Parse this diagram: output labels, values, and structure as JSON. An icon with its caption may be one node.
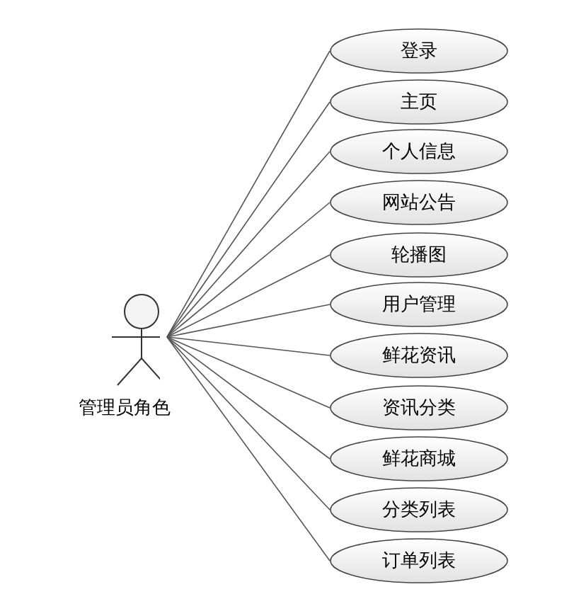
{
  "diagram": {
    "nodes": [
      {
        "text": [
          "管理员角色"
        ]
      },
      {
        "text": [
          "登录"
        ]
      },
      {
        "text": [
          "主页"
        ]
      },
      {
        "text": [
          "个人信息"
        ]
      },
      {
        "text": [
          "网站公告"
        ]
      },
      {
        "text": [
          "轮播图"
        ]
      },
      {
        "text": [
          "用户管理"
        ]
      },
      {
        "text": [
          "鲜花资讯"
        ]
      },
      {
        "text": [
          "资讯分类"
        ]
      },
      {
        "text": [
          "鲜花商城"
        ]
      },
      {
        "text": [
          "分类列表"
        ]
      },
      {
        "text": [
          "订单列表"
        ]
      }
    ],
    "edges": [
      {
        "from": 0,
        "to": 1,
        "arrow": "none"
      },
      {
        "from": 0,
        "to": 2,
        "arrow": "none"
      },
      {
        "from": 0,
        "to": 3,
        "arrow": "none"
      },
      {
        "from": 0,
        "to": 4,
        "arrow": "none"
      },
      {
        "from": 0,
        "to": 5,
        "arrow": "none"
      },
      {
        "from": 0,
        "to": 6,
        "arrow": "none"
      },
      {
        "from": 0,
        "to": 7,
        "arrow": "none"
      },
      {
        "from": 0,
        "to": 8,
        "arrow": "none"
      },
      {
        "from": 0,
        "to": 9,
        "arrow": "none"
      },
      {
        "from": 0,
        "to": 10,
        "arrow": "none"
      },
      {
        "from": 0,
        "to": 11,
        "arrow": "none"
      }
    ]
  }
}
